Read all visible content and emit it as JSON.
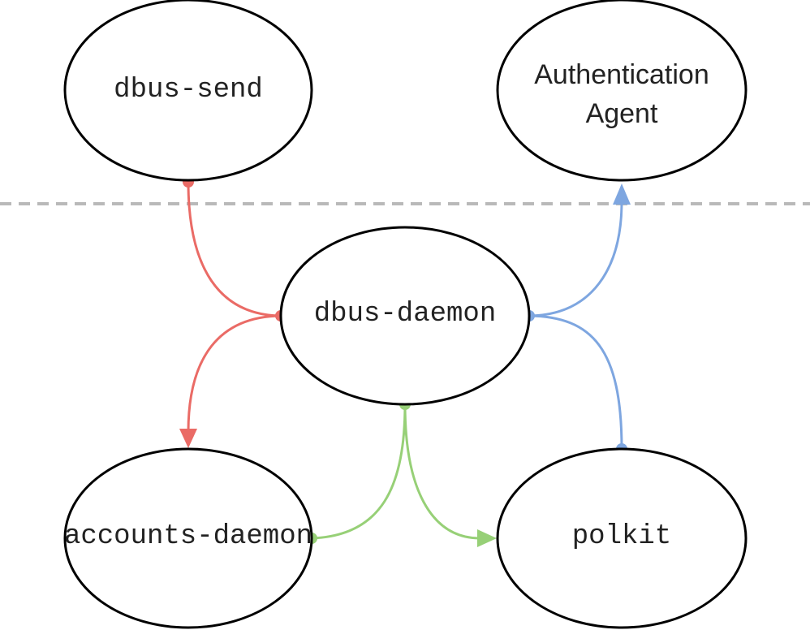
{
  "nodes": {
    "dbus_send": {
      "label": "dbus-send"
    },
    "auth_agent": {
      "label_line1": "Authentication",
      "label_line2": "Agent"
    },
    "dbus_daemon": {
      "label": "dbus-daemon"
    },
    "accounts_daemon": {
      "label": "accounts-daemon"
    },
    "polkit": {
      "label": "polkit"
    }
  },
  "colors": {
    "red_flow": "#ea6b66",
    "blue_flow": "#7ea6e0",
    "green_flow": "#97d077",
    "separator": "#b9b9b9",
    "node_stroke": "#000000"
  }
}
